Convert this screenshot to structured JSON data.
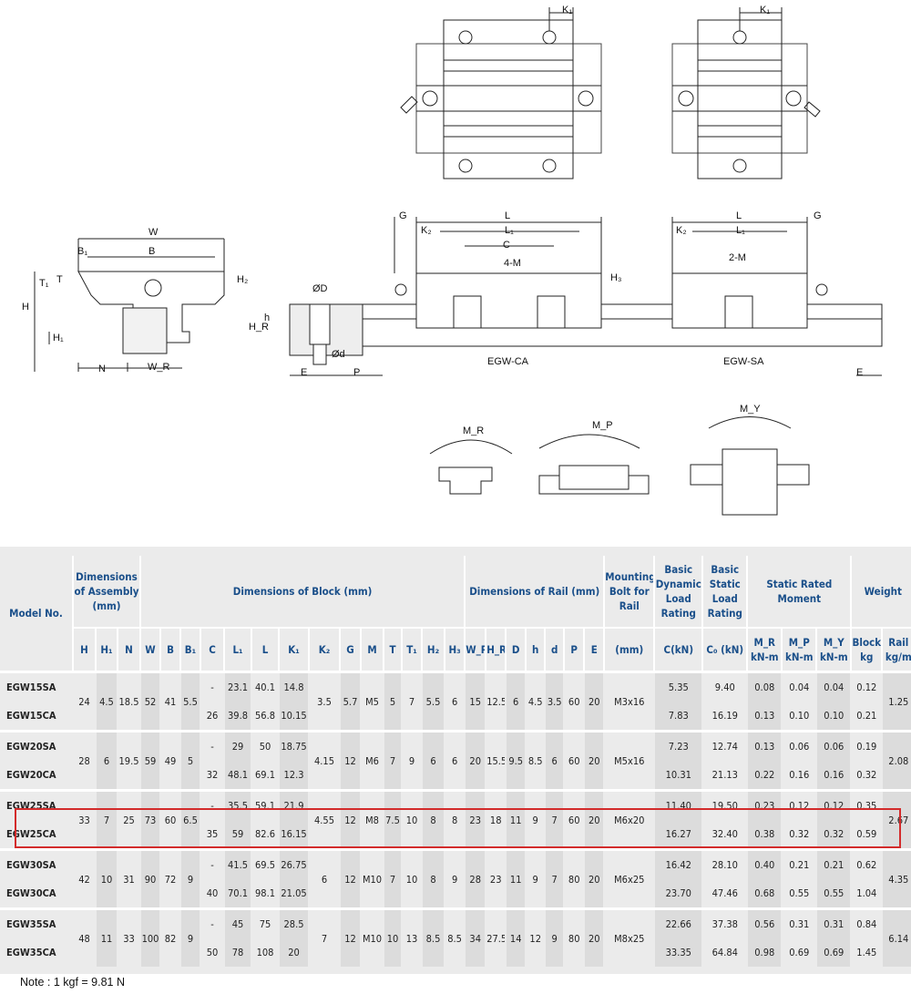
{
  "drawing": {
    "labels": {
      "K1": "K₁",
      "W": "W",
      "B": "B",
      "B1": "B₁",
      "T": "T",
      "T1": "T₁",
      "H": "H",
      "H1": "H₁",
      "H2": "H₂",
      "H3": "H₃",
      "HR": "H_R",
      "N": "N",
      "WR": "W_R",
      "G": "G",
      "K2": "K₂",
      "L": "L",
      "L1": "L₁",
      "C": "C",
      "fourM": "4-M",
      "twoM": "2-M",
      "phiD": "ØD",
      "phid": "Ød",
      "h": "h",
      "E": "E",
      "P": "P",
      "ca": "EGW-CA",
      "sa": "EGW-SA",
      "MR": "M_R",
      "MP": "M_P",
      "MY": "M_Y"
    }
  },
  "table": {
    "head": {
      "model": "Model No.",
      "assembly": "Dimensions of Assembly (mm)",
      "block": "Dimensions of Block (mm)",
      "rail": "Dimensions of Rail (mm)",
      "bolt": "Mounting Bolt for Rail",
      "dyn": "Basic Dynamic Load Rating",
      "stat": "Basic Static Load Rating",
      "moment": "Static Rated Moment",
      "weight": "Weight",
      "sub": [
        "H",
        "H₁",
        "N",
        "W",
        "B",
        "B₁",
        "C",
        "L₁",
        "L",
        "K₁",
        "K₂",
        "G",
        "M",
        "T",
        "T₁",
        "H₂",
        "H₃",
        "W_R",
        "H_R",
        "D",
        "h",
        "d",
        "P",
        "E",
        "(mm)",
        "C(kN)",
        "C₀ (kN)",
        "M_R",
        "M_P",
        "M_Y",
        "Block",
        "Rail"
      ],
      "units": [
        "kN-m",
        "kN-m",
        "kN-m",
        "kg",
        "kg/m"
      ]
    },
    "groups": [
      {
        "H": "24",
        "H1": "4.5",
        "N": "18.5",
        "W": "52",
        "B": "41",
        "B1": "5.5",
        "K2": "3.5",
        "G": "5.7",
        "M": "M5",
        "T": "5",
        "T1": "7",
        "H2": "5.5",
        "H3": "6",
        "WR": "15",
        "HR": "12.5",
        "D": "6",
        "h": "4.5",
        "d": "3.5",
        "P": "60",
        "E": "20",
        "bolt": "M3x16",
        "rail": "1.25",
        "rows": [
          {
            "model": "EGW15SA",
            "C": "-",
            "L1": "23.1",
            "L": "40.1",
            "K1": "14.8",
            "dyn": "5.35",
            "stat": "9.40",
            "MR": "0.08",
            "MP": "0.04",
            "MY": "0.04",
            "block": "0.12"
          },
          {
            "model": "EGW15CA",
            "C": "26",
            "L1": "39.8",
            "L": "56.8",
            "K1": "10.15",
            "dyn": "7.83",
            "stat": "16.19",
            "MR": "0.13",
            "MP": "0.10",
            "MY": "0.10",
            "block": "0.21"
          }
        ]
      },
      {
        "H": "28",
        "H1": "6",
        "N": "19.5",
        "W": "59",
        "B": "49",
        "B1": "5",
        "K2": "4.15",
        "G": "12",
        "M": "M6",
        "T": "7",
        "T1": "9",
        "H2": "6",
        "H3": "6",
        "WR": "20",
        "HR": "15.5",
        "D": "9.5",
        "h": "8.5",
        "d": "6",
        "P": "60",
        "E": "20",
        "bolt": "M5x16",
        "rail": "2.08",
        "rows": [
          {
            "model": "EGW20SA",
            "C": "-",
            "L1": "29",
            "L": "50",
            "K1": "18.75",
            "dyn": "7.23",
            "stat": "12.74",
            "MR": "0.13",
            "MP": "0.06",
            "MY": "0.06",
            "block": "0.19"
          },
          {
            "model": "EGW20CA",
            "C": "32",
            "L1": "48.1",
            "L": "69.1",
            "K1": "12.3",
            "dyn": "10.31",
            "stat": "21.13",
            "MR": "0.22",
            "MP": "0.16",
            "MY": "0.16",
            "block": "0.32"
          }
        ]
      },
      {
        "H": "33",
        "H1": "7",
        "N": "25",
        "W": "73",
        "B": "60",
        "B1": "6.5",
        "K2": "4.55",
        "G": "12",
        "M": "M8",
        "T": "7.5",
        "T1": "10",
        "H2": "8",
        "H3": "8",
        "WR": "23",
        "HR": "18",
        "D": "11",
        "h": "9",
        "d": "7",
        "P": "60",
        "E": "20",
        "bolt": "M6x20",
        "rail": "2.67",
        "rows": [
          {
            "model": "EGW25SA",
            "C": "-",
            "L1": "35.5",
            "L": "59.1",
            "K1": "21.9",
            "dyn": "11.40",
            "stat": "19.50",
            "MR": "0.23",
            "MP": "0.12",
            "MY": "0.12",
            "block": "0.35"
          },
          {
            "model": "EGW25CA",
            "C": "35",
            "L1": "59",
            "L": "82.6",
            "K1": "16.15",
            "dyn": "16.27",
            "stat": "32.40",
            "MR": "0.38",
            "MP": "0.32",
            "MY": "0.32",
            "block": "0.59"
          }
        ]
      },
      {
        "H": "42",
        "H1": "10",
        "N": "31",
        "W": "90",
        "B": "72",
        "B1": "9",
        "K2": "6",
        "G": "12",
        "M": "M10",
        "T": "7",
        "T1": "10",
        "H2": "8",
        "H3": "9",
        "WR": "28",
        "HR": "23",
        "D": "11",
        "h": "9",
        "d": "7",
        "P": "80",
        "E": "20",
        "bolt": "M6x25",
        "rail": "4.35",
        "rows": [
          {
            "model": "EGW30SA",
            "C": "-",
            "L1": "41.5",
            "L": "69.5",
            "K1": "26.75",
            "dyn": "16.42",
            "stat": "28.10",
            "MR": "0.40",
            "MP": "0.21",
            "MY": "0.21",
            "block": "0.62"
          },
          {
            "model": "EGW30CA",
            "C": "40",
            "L1": "70.1",
            "L": "98.1",
            "K1": "21.05",
            "dyn": "23.70",
            "stat": "47.46",
            "MR": "0.68",
            "MP": "0.55",
            "MY": "0.55",
            "block": "1.04"
          }
        ]
      },
      {
        "H": "48",
        "H1": "11",
        "N": "33",
        "W": "100",
        "B": "82",
        "B1": "9",
        "K2": "7",
        "G": "12",
        "M": "M10",
        "T": "10",
        "T1": "13",
        "H2": "8.5",
        "H3": "8.5",
        "WR": "34",
        "HR": "27.5",
        "D": "14",
        "h": "12",
        "d": "9",
        "P": "80",
        "E": "20",
        "bolt": "M8x25",
        "rail": "6.14",
        "rows": [
          {
            "model": "EGW35SA",
            "C": "-",
            "L1": "45",
            "L": "75",
            "K1": "28.5",
            "dyn": "22.66",
            "stat": "37.38",
            "MR": "0.56",
            "MP": "0.31",
            "MY": "0.31",
            "block": "0.84"
          },
          {
            "model": "EGW35CA",
            "C": "50",
            "L1": "78",
            "L": "108",
            "K1": "20",
            "dyn": "33.35",
            "stat": "64.84",
            "MR": "0.98",
            "MP": "0.69",
            "MY": "0.69",
            "block": "1.45"
          }
        ]
      }
    ],
    "highlight_model": "EGW25CA"
  },
  "note": "Note : 1 kgf = 9.81 N",
  "colors": {
    "header_text": "#1a4f8a",
    "highlight": "#d32b2b",
    "bg": "#ebebeb",
    "shade": "#dcdcdc"
  }
}
